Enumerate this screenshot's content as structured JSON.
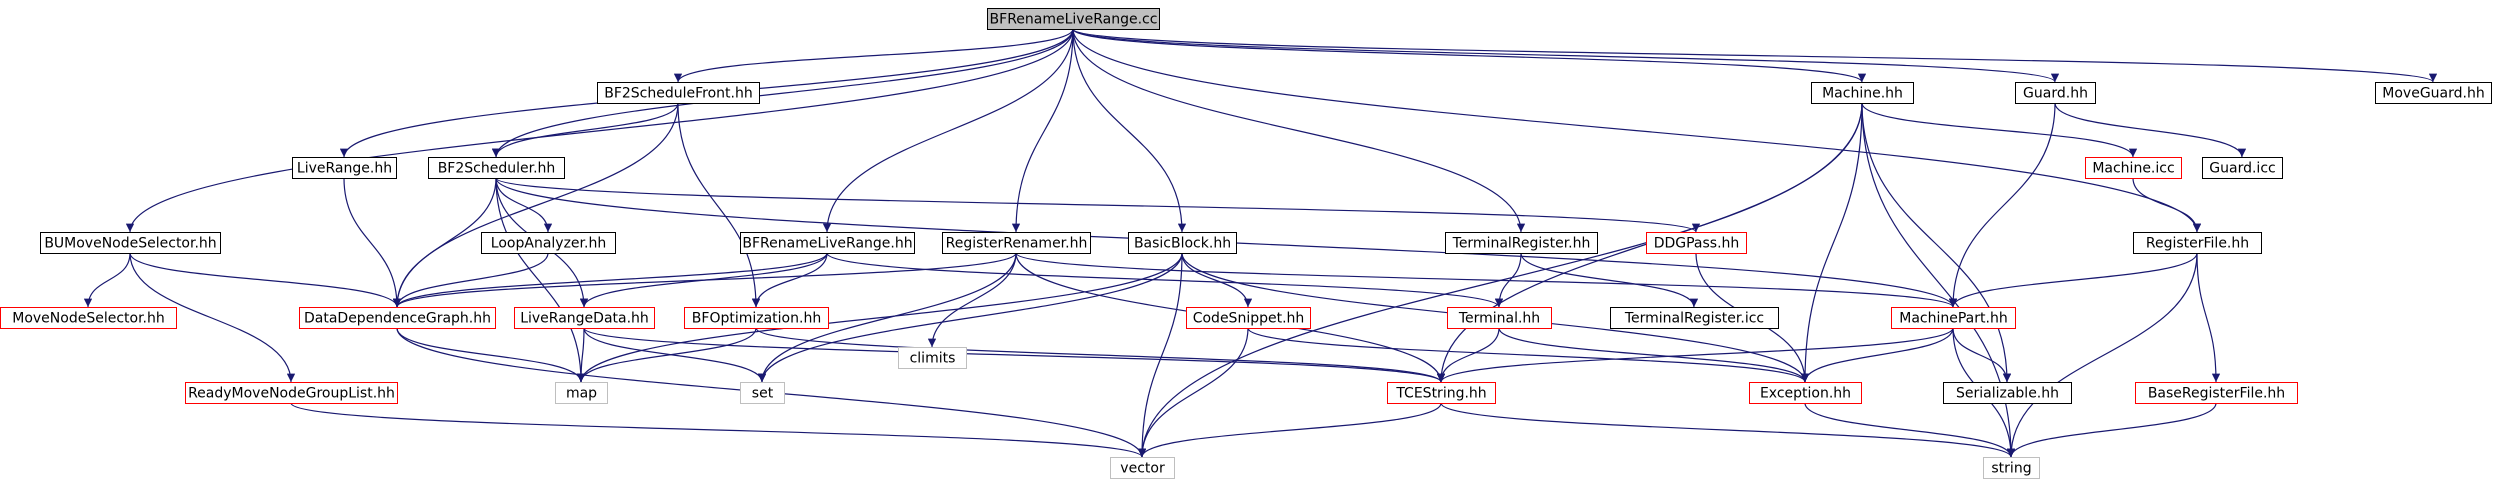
{
  "colors": {
    "edge": "#191970",
    "root_fill": "#bfbfbf",
    "red_border": "#ff0000",
    "grey_border": "#bfbfbf",
    "black_border": "#000000",
    "text": "#000000"
  },
  "graph": {
    "nodes": [
      {
        "id": "root",
        "label": "BFRenameLiveRange.cc",
        "style": "root"
      },
      {
        "id": "bf2sf",
        "label": "BF2ScheduleFront.hh",
        "style": "black"
      },
      {
        "id": "machine",
        "label": "Machine.hh",
        "style": "black"
      },
      {
        "id": "guard",
        "label": "Guard.hh",
        "style": "black"
      },
      {
        "id": "moveguard",
        "label": "MoveGuard.hh",
        "style": "black"
      },
      {
        "id": "liverange",
        "label": "LiveRange.hh",
        "style": "black"
      },
      {
        "id": "bf2sched",
        "label": "BF2Scheduler.hh",
        "style": "black"
      },
      {
        "id": "machineicc",
        "label": "Machine.icc",
        "style": "red"
      },
      {
        "id": "guardicc",
        "label": "Guard.icc",
        "style": "black"
      },
      {
        "id": "bumove",
        "label": "BUMoveNodeSelector.hh",
        "style": "black"
      },
      {
        "id": "loopan",
        "label": "LoopAnalyzer.hh",
        "style": "black"
      },
      {
        "id": "bfrlrh",
        "label": "BFRenameLiveRange.hh",
        "style": "black"
      },
      {
        "id": "regren",
        "label": "RegisterRenamer.hh",
        "style": "black"
      },
      {
        "id": "bblock",
        "label": "BasicBlock.hh",
        "style": "black"
      },
      {
        "id": "termreg",
        "label": "TerminalRegister.hh",
        "style": "black"
      },
      {
        "id": "ddgpass",
        "label": "DDGPass.hh",
        "style": "red"
      },
      {
        "id": "regfile",
        "label": "RegisterFile.hh",
        "style": "black"
      },
      {
        "id": "movenodesel",
        "label": "MoveNodeSelector.hh",
        "style": "red"
      },
      {
        "id": "ddg",
        "label": "DataDependenceGraph.hh",
        "style": "red"
      },
      {
        "id": "lrdata",
        "label": "LiveRangeData.hh",
        "style": "red"
      },
      {
        "id": "bfopt",
        "label": "BFOptimization.hh",
        "style": "red"
      },
      {
        "id": "climits",
        "label": "climits",
        "style": "grey"
      },
      {
        "id": "codesnip",
        "label": "CodeSnippet.hh",
        "style": "red"
      },
      {
        "id": "terminal",
        "label": "Terminal.hh",
        "style": "red"
      },
      {
        "id": "termregicc",
        "label": "TerminalRegister.icc",
        "style": "black"
      },
      {
        "id": "machpart",
        "label": "MachinePart.hh",
        "style": "red"
      },
      {
        "id": "readymove",
        "label": "ReadyMoveNodeGroupList.hh",
        "style": "red"
      },
      {
        "id": "map",
        "label": "map",
        "style": "grey"
      },
      {
        "id": "set",
        "label": "set",
        "style": "grey"
      },
      {
        "id": "tcestring",
        "label": "TCEString.hh",
        "style": "red"
      },
      {
        "id": "exception",
        "label": "Exception.hh",
        "style": "red"
      },
      {
        "id": "serializable",
        "label": "Serializable.hh",
        "style": "black"
      },
      {
        "id": "baseregfile",
        "label": "BaseRegisterFile.hh",
        "style": "red"
      },
      {
        "id": "vector",
        "label": "vector",
        "style": "grey"
      },
      {
        "id": "string",
        "label": "string",
        "style": "grey"
      }
    ],
    "edges": [
      [
        "root",
        "bf2sf"
      ],
      [
        "root",
        "machine"
      ],
      [
        "root",
        "guard"
      ],
      [
        "root",
        "moveguard"
      ],
      [
        "root",
        "liverange"
      ],
      [
        "root",
        "bf2sched"
      ],
      [
        "root",
        "bumove"
      ],
      [
        "root",
        "bfrlrh"
      ],
      [
        "root",
        "regren"
      ],
      [
        "root",
        "bblock"
      ],
      [
        "root",
        "termreg"
      ],
      [
        "root",
        "regfile"
      ],
      [
        "bf2sf",
        "bf2sched"
      ],
      [
        "bf2sf",
        "ddg"
      ],
      [
        "bf2sf",
        "bfopt"
      ],
      [
        "machine",
        "machineicc"
      ],
      [
        "machine",
        "tcestring"
      ],
      [
        "machine",
        "exception"
      ],
      [
        "machine",
        "serializable"
      ],
      [
        "machine",
        "string"
      ],
      [
        "machine",
        "vector"
      ],
      [
        "guard",
        "guardicc"
      ],
      [
        "guard",
        "machpart"
      ],
      [
        "liverange",
        "ddg"
      ],
      [
        "bf2sched",
        "loopan"
      ],
      [
        "bf2sched",
        "ddg"
      ],
      [
        "bf2sched",
        "lrdata"
      ],
      [
        "bf2sched",
        "ddgpass"
      ],
      [
        "bf2sched",
        "map"
      ],
      [
        "bf2sched",
        "machpart"
      ],
      [
        "machineicc",
        "regfile"
      ],
      [
        "bumove",
        "movenodesel"
      ],
      [
        "bumove",
        "ddg"
      ],
      [
        "bumove",
        "readymove"
      ],
      [
        "loopan",
        "ddg"
      ],
      [
        "bfrlrh",
        "ddg"
      ],
      [
        "bfrlrh",
        "lrdata"
      ],
      [
        "bfrlrh",
        "bfopt"
      ],
      [
        "bfrlrh",
        "terminal"
      ],
      [
        "regren",
        "ddg"
      ],
      [
        "regren",
        "climits"
      ],
      [
        "regren",
        "set"
      ],
      [
        "regren",
        "tcestring"
      ],
      [
        "regren",
        "machpart"
      ],
      [
        "bblock",
        "codesnip"
      ],
      [
        "bblock",
        "map"
      ],
      [
        "bblock",
        "set"
      ],
      [
        "bblock",
        "vector"
      ],
      [
        "bblock",
        "exception"
      ],
      [
        "termreg",
        "terminal"
      ],
      [
        "termreg",
        "termregicc"
      ],
      [
        "ddgpass",
        "exception"
      ],
      [
        "regfile",
        "machpart"
      ],
      [
        "regfile",
        "baseregfile"
      ],
      [
        "regfile",
        "string"
      ],
      [
        "ddg",
        "map"
      ],
      [
        "ddg",
        "vector"
      ],
      [
        "lrdata",
        "map"
      ],
      [
        "lrdata",
        "set"
      ],
      [
        "lrdata",
        "tcestring"
      ],
      [
        "bfopt",
        "map"
      ],
      [
        "bfopt",
        "tcestring"
      ],
      [
        "codesnip",
        "vector"
      ],
      [
        "codesnip",
        "exception"
      ],
      [
        "terminal",
        "tcestring"
      ],
      [
        "terminal",
        "exception"
      ],
      [
        "machpart",
        "tcestring"
      ],
      [
        "machpart",
        "exception"
      ],
      [
        "machpart",
        "serializable"
      ],
      [
        "machpart",
        "string"
      ],
      [
        "readymove",
        "vector"
      ],
      [
        "tcestring",
        "vector"
      ],
      [
        "tcestring",
        "string"
      ],
      [
        "exception",
        "string"
      ],
      [
        "baseregfile",
        "string"
      ]
    ]
  }
}
